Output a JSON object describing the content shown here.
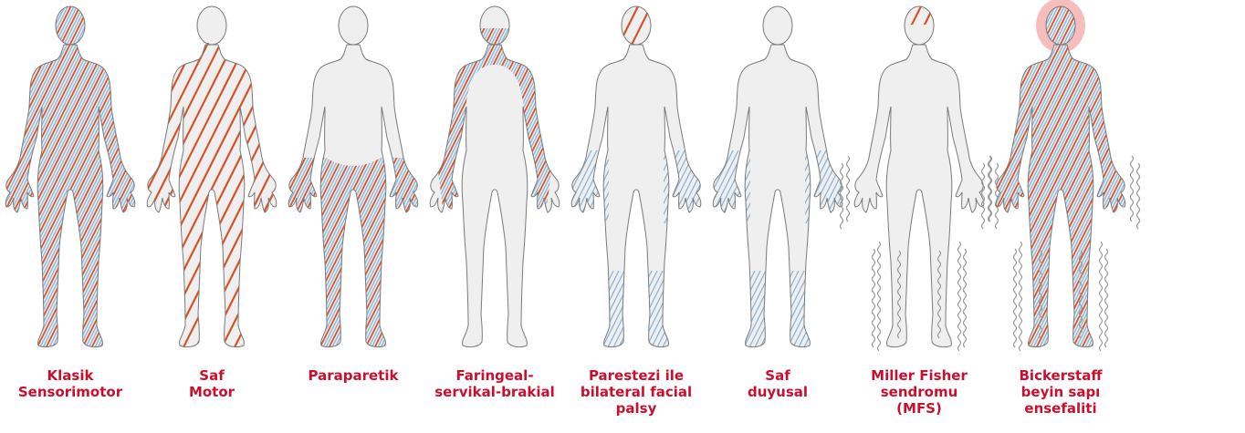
{
  "colors": {
    "body_fill": "#efefef",
    "outline": "#7a7a7a",
    "motor_stripe": "#d9532a",
    "sensory_stripe": "#8fb6d8",
    "ataxia_wave": "#9a9a9a",
    "brainstem_glow": "#f4a7a7",
    "caption": "#c8102e"
  },
  "figures": [
    {
      "id": "klasik",
      "label": "Klasik\nSensorimotor",
      "regions": [
        {
          "area": "whole",
          "pattern": "mixed"
        }
      ],
      "ataxia": false,
      "glow": false
    },
    {
      "id": "saf-motor",
      "label": "Saf\nMotor",
      "regions": [
        {
          "area": "body-no-head",
          "pattern": "motor"
        }
      ],
      "ataxia": false,
      "glow": false
    },
    {
      "id": "paraparetik",
      "label": "Paraparetik",
      "regions": [
        {
          "area": "lower",
          "pattern": "mixed"
        }
      ],
      "ataxia": false,
      "glow": false
    },
    {
      "id": "faringeal",
      "label": "Faringeal-\nservikal-brakial",
      "regions": [
        {
          "area": "upper",
          "pattern": "mixed"
        }
      ],
      "ataxia": false,
      "glow": false
    },
    {
      "id": "parestezi",
      "label": "Parestezi ile\nbilateral facial\npalsy",
      "regions": [
        {
          "area": "face",
          "pattern": "motor"
        },
        {
          "area": "hands",
          "pattern": "sensory"
        },
        {
          "area": "shins",
          "pattern": "sensory"
        }
      ],
      "ataxia": false,
      "glow": false
    },
    {
      "id": "saf-duyusal",
      "label": "Saf\nduyusal",
      "regions": [
        {
          "area": "hands",
          "pattern": "sensory"
        },
        {
          "area": "shins",
          "pattern": "sensory"
        }
      ],
      "ataxia": false,
      "glow": false
    },
    {
      "id": "mfs",
      "label": "Miller Fisher\nsendromu\n(MFS)",
      "regions": [
        {
          "area": "eye",
          "pattern": "motor"
        }
      ],
      "ataxia": true,
      "glow": false
    },
    {
      "id": "bickerstaff",
      "label": "Bickerstaff\nbeyin sapı\nensefaliti",
      "regions": [
        {
          "area": "whole",
          "pattern": "mixed"
        }
      ],
      "ataxia": true,
      "glow": true
    }
  ]
}
